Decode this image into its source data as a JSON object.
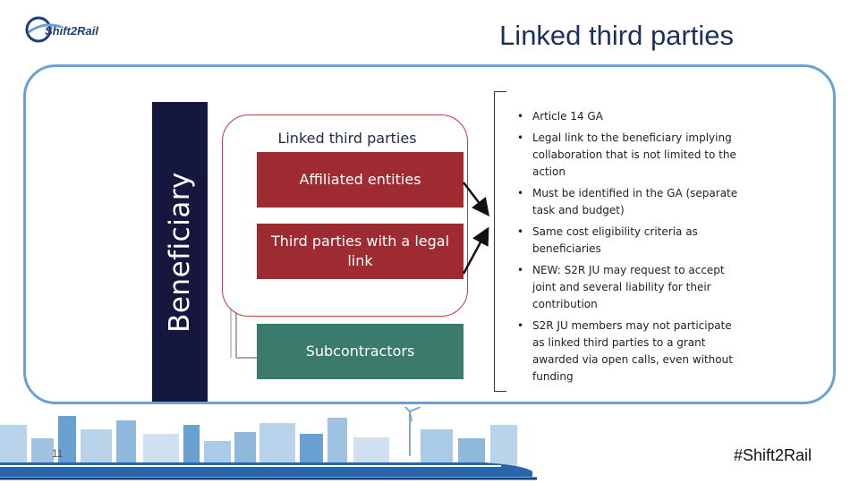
{
  "header": {
    "logo_text": "Shift2Rail",
    "title": "Linked third parties"
  },
  "left": {
    "beneficiary_label": "Beneficiary",
    "group_label": "Linked third parties",
    "boxes": {
      "affiliated": "Affiliated entities",
      "third_parties": "Third parties with a legal link",
      "subcontractors": "Subcontractors"
    }
  },
  "bullets": [
    "Article 14 GA",
    "Legal link to the beneficiary implying collaboration that is not limited to the action",
    "Must be identified in the GA (separate task and budget)",
    "Same cost eligibility criteria as beneficiaries",
    "NEW: S2R JU may request to accept joint and several liability for their contribution",
    "S2R JU members may not participate as linked third parties to a grant awarded via open calls, even without funding"
  ],
  "footer": {
    "page_number": "11",
    "hashtag": "#Shift2Rail"
  },
  "colors": {
    "frame": "#6aa1d3",
    "beneficiary_bar": "#15173f",
    "linked_box": "#9e2b31",
    "subcontractor_box": "#3a7b6b",
    "title": "#1d2f5c"
  }
}
